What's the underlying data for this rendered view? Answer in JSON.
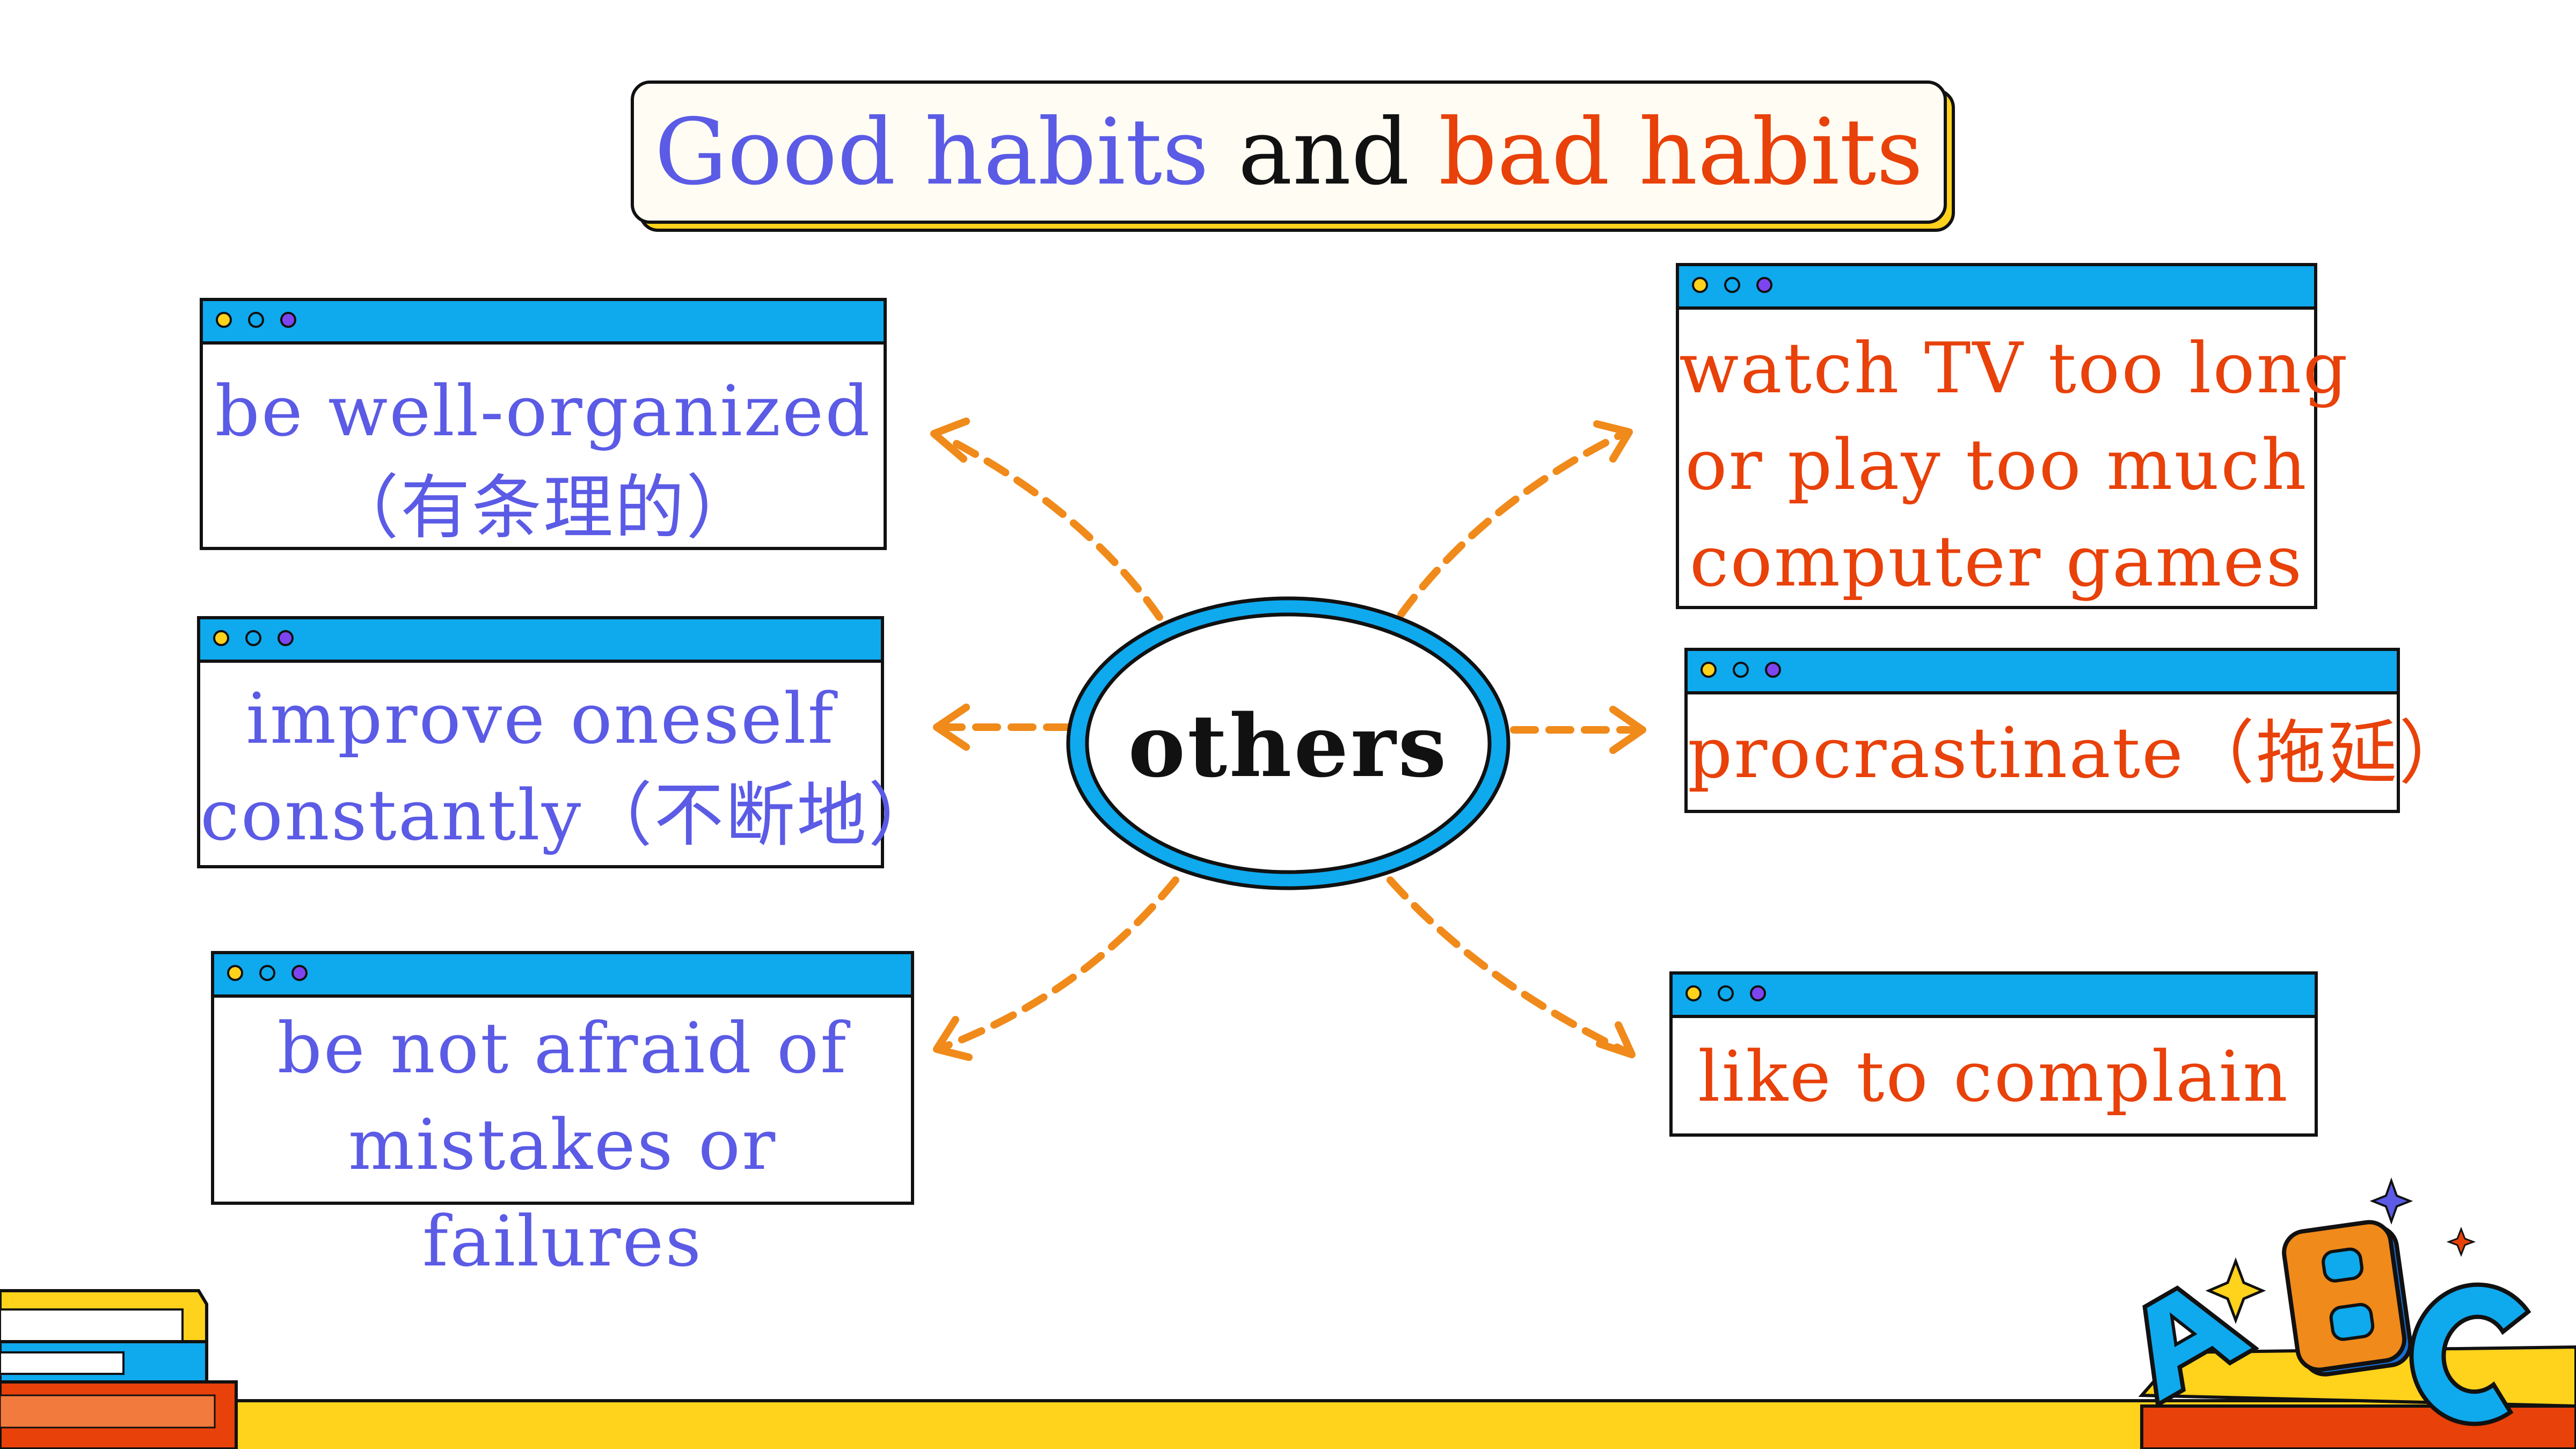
{
  "title": {
    "part1": "Good habits",
    "part2": " and ",
    "part3": "bad habits"
  },
  "center": {
    "label": "others"
  },
  "good_habits": [
    {
      "line1": "be well-organized",
      "line2": "（有条理的）"
    },
    {
      "line1": "improve oneself",
      "line2": "constantly（不断地）"
    },
    {
      "line1": "be not afraid of",
      "line2": "mistakes or",
      "line3": "failures"
    }
  ],
  "bad_habits": [
    {
      "line1": "watch TV too long",
      "line2": "or play too much",
      "line3": "computer games"
    },
    {
      "line1": "procrastinate（拖延）"
    },
    {
      "line1": "like to complain"
    }
  ],
  "colors": {
    "good": "#5B5BE6",
    "bad": "#E8410A",
    "accent_blue": "#0FA9EE",
    "arrow": "#F08A1A",
    "yellow": "#FFD21C"
  },
  "decorations": {
    "abc_letters": [
      "A",
      "B",
      "C"
    ]
  }
}
